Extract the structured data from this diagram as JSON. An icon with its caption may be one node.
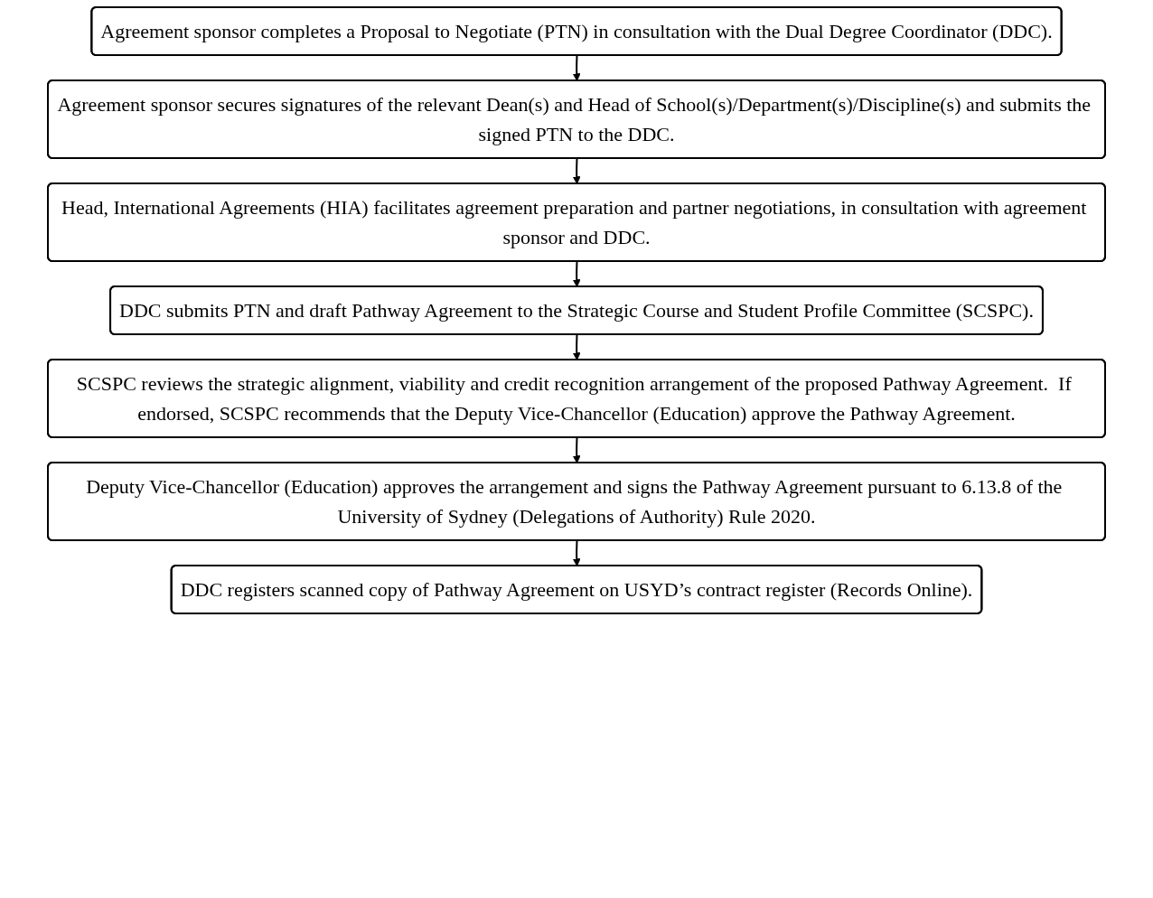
{
  "diagram": {
    "nodes": [
      {
        "text": [
          "Agreement sponsor completes a Proposal to Negotiate (PTN) in consultation with the Dual Degree Coordinator (DDC)."
        ]
      },
      {
        "text": [
          "Agreement sponsor secures signatures of the relevant Dean(s) and Head of School(s)/Department(s)/Discipline(s) and submits the signed PTN to the DDC."
        ]
      },
      {
        "text": [
          "Head, International Agreements (HIA) facilitates agreement preparation and partner negotiations, in consultation with agreement sponsor and DDC."
        ]
      },
      {
        "text": [
          "DDC submits PTN and draft Pathway Agreement to the Strategic Course and Student Profile Committee (SCSPC)."
        ]
      },
      {
        "text": [
          "SCSPC reviews the strategic alignment, viability and credit recognition arrangement of the proposed Pathway Agreement.  If endorsed, SCSPC recommends that the Deputy Vice-Chancellor (Education) approve the Pathway Agreement."
        ]
      },
      {
        "text": [
          "Deputy Vice-Chancellor (Education) approves the arrangement and signs the Pathway Agreement pursuant to 6.13.8 of the University of Sydney (Delegations of Authority) Rule 2020."
        ]
      },
      {
        "text": [
          "DDC registers scanned copy of Pathway Agreement on USYD’s contract register (Records Online)."
        ]
      }
    ],
    "edges": [
      {
        "from": 0,
        "to": 1,
        "arrow": "to"
      },
      {
        "from": 1,
        "to": 2,
        "arrow": "to"
      },
      {
        "from": 2,
        "to": 3,
        "arrow": "to"
      },
      {
        "from": 3,
        "to": 4,
        "arrow": "to"
      },
      {
        "from": 4,
        "to": 5,
        "arrow": "to"
      },
      {
        "from": 5,
        "to": 6,
        "arrow": "to"
      }
    ]
  }
}
